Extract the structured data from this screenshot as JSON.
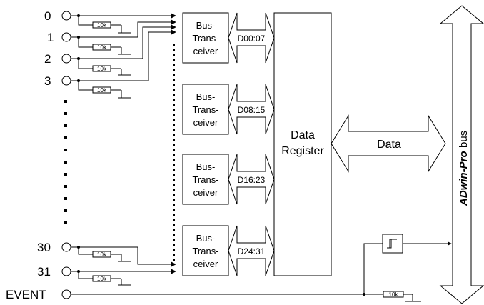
{
  "inputs": {
    "ch0": "0",
    "ch1": "1",
    "ch2": "2",
    "ch3": "3",
    "ch30": "30",
    "ch31": "31",
    "event": "EVENT"
  },
  "resistor": "10k",
  "transceiver": {
    "line1": "Bus-",
    "line2": "Trans-",
    "line3": "ceiver"
  },
  "buses": {
    "b0": "D00:07",
    "b1": "D08:15",
    "b2": "D16:23",
    "b3": "D24:31"
  },
  "register": {
    "line1": "Data",
    "line2": "Register"
  },
  "data_label": "Data",
  "system_bus": {
    "name": "ADwin-Pro",
    "suffix": " bus"
  }
}
